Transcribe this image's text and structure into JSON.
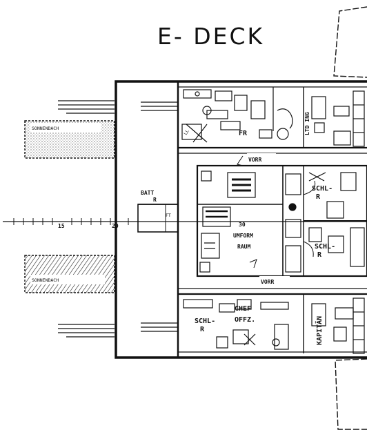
{
  "title": "E- DECK",
  "sun_roofs": {
    "upper": "SONNENDACH",
    "lower": "SONNENDACH"
  },
  "rooms": {
    "battery": {
      "line1": "BATT",
      "line2": "R"
    },
    "uniform": {
      "line1": "30",
      "line2": "UMFORM",
      "line3": "RAUM"
    },
    "fr": "FR",
    "vorr_upper": "VORR",
    "vorr_lower": "VORR",
    "schl_upper": {
      "line1": "SCHL-",
      "line2": "R"
    },
    "schl_middle": {
      "line1": "SCHL-",
      "line2": "R"
    },
    "schl_lower": {
      "line1": "SCHL-",
      "line2": "R"
    },
    "chief_officer": {
      "line1": "CHEF",
      "line2": "OFFZ."
    },
    "kapitan": "KAPITÄN",
    "ltd_ing": "LTD ING",
    "small_upper": "LL",
    "ft": "FT"
  },
  "axis": {
    "tick_15": "15",
    "tick_20": "20"
  },
  "colors": {
    "ink": "#111111",
    "paper": "#ffffff"
  }
}
